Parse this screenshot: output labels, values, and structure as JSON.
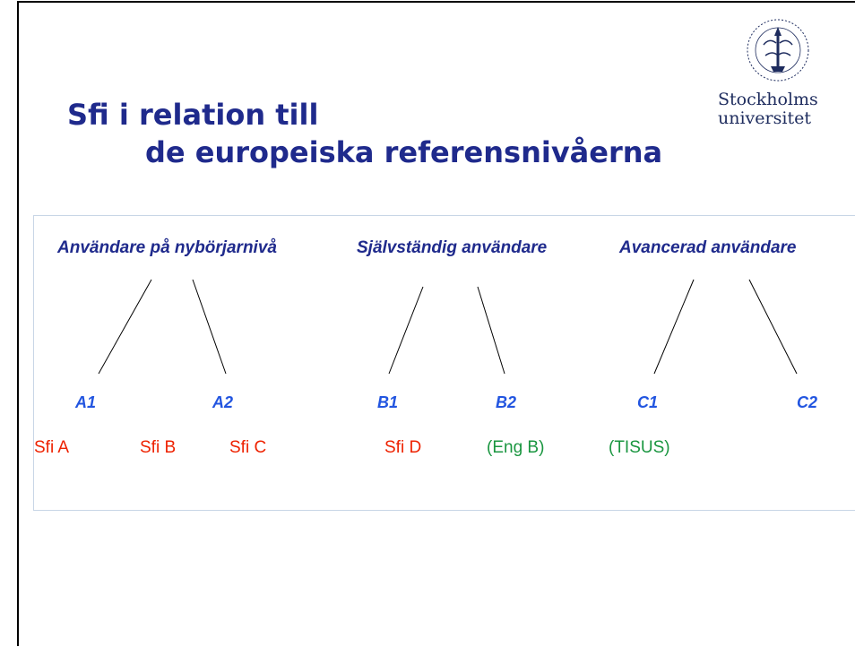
{
  "title": {
    "line1": "Sfi i relation till",
    "line2": "de europeiska referensnivåerna"
  },
  "logo": {
    "line1": "Stockholms",
    "line2": "universitet",
    "icon": "university-seal"
  },
  "categories": [
    "Användare på nybörjarnivå",
    "Självständig användare",
    "Avancerad användare"
  ],
  "levels": [
    "A1",
    "A2",
    "B1",
    "B2",
    "C1",
    "C2"
  ],
  "courses": [
    "Sfi A",
    "Sfi B",
    "Sfi C",
    "Sfi D",
    "(Eng B)",
    "(TISUS)"
  ],
  "colors": {
    "title": "#1f2a8c",
    "category": "#1f2a8c",
    "level": "#2255e0",
    "sfi_course": "#ee2200",
    "other_course": "#1a9640"
  }
}
